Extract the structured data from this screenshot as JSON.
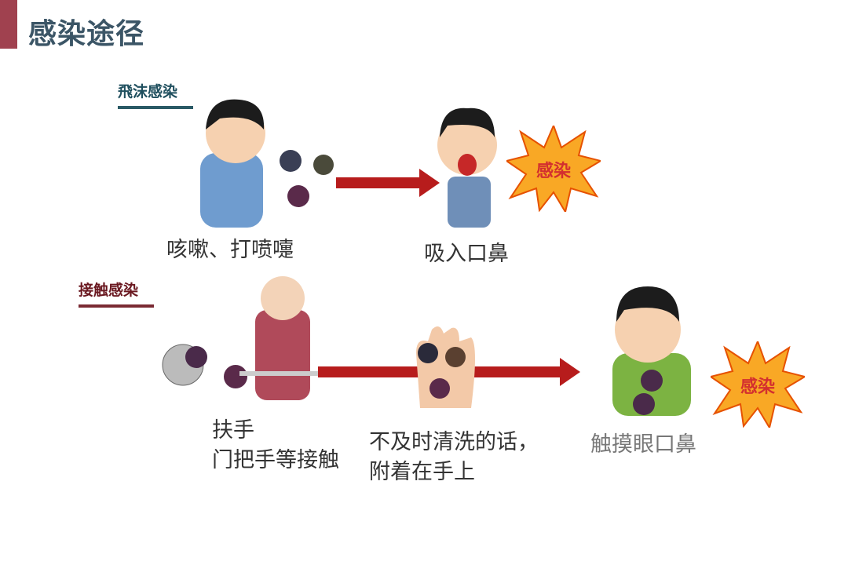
{
  "title": "感染途径",
  "droplet": {
    "label": "飛沫感染",
    "cause": "咳嗽、打喷嚏",
    "route": "吸入口鼻",
    "result": "感染"
  },
  "contact": {
    "label": "接触感染",
    "cause_lines": [
      "扶手",
      "门把手等接触"
    ],
    "middle_lines": [
      "不及时清洗的话，",
      "附着在手上"
    ],
    "route": "触摸眼口鼻",
    "result": "感染"
  },
  "colors": {
    "accent": "#a0414f",
    "arrow": "#b71c1c",
    "burst": "#f9a825"
  }
}
